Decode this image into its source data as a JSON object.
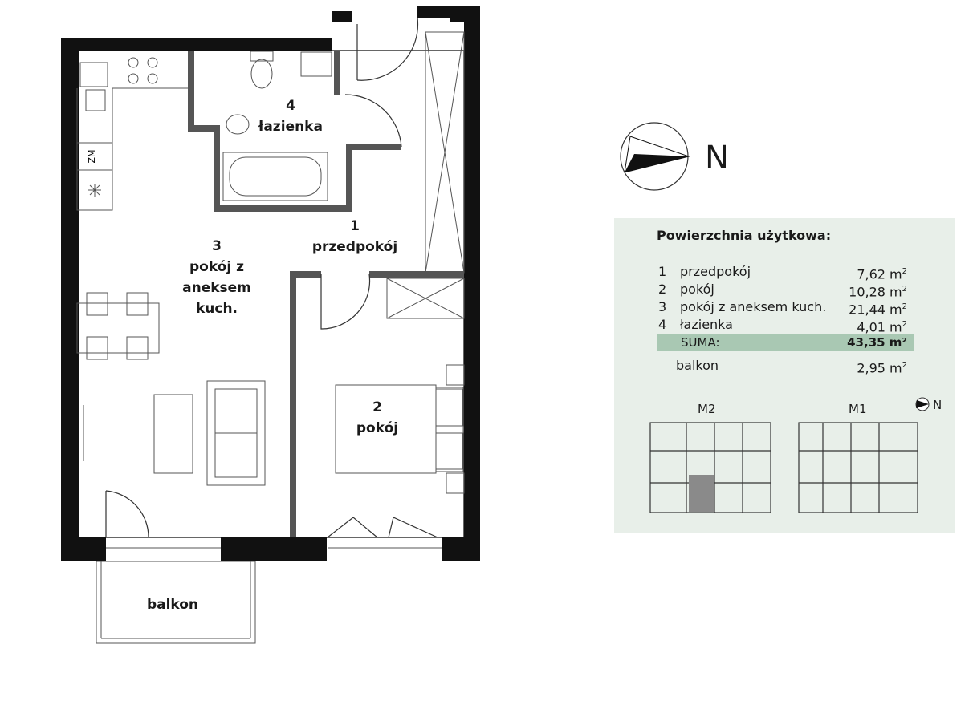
{
  "rooms": {
    "hall": {
      "number": "1",
      "name": "przedpokój"
    },
    "room": {
      "number": "2",
      "name": "pokój"
    },
    "living": {
      "number": "3",
      "name_line1": "pokój z",
      "name_line2": "aneksem",
      "name_line3": "kuch."
    },
    "bath": {
      "number": "4",
      "name": "łazienka"
    },
    "balcony": {
      "name": "balkon"
    }
  },
  "fixture_labels": {
    "fridge_mark": "ZM"
  },
  "compass": {
    "label": "N"
  },
  "panel": {
    "title": "Powierzchnia użytkowa:",
    "rows": [
      {
        "num": "1",
        "name": "przedpokój",
        "area": "7,62 m",
        "unit_exp": "2"
      },
      {
        "num": "2",
        "name": "pokój",
        "area": "10,28 m",
        "unit_exp": "2"
      },
      {
        "num": "3",
        "name": "pokój z aneksem kuch.",
        "area": "21,44 m",
        "unit_exp": "2"
      },
      {
        "num": "4",
        "name": "łazienka",
        "area": "4,01 m",
        "unit_exp": "2"
      }
    ],
    "sum": {
      "name": "SUMA:",
      "area": "43,35 m²"
    },
    "balcony": {
      "name": "balkon",
      "area": "2,95 m",
      "unit_exp": "2"
    },
    "mini_plan": {
      "label_left": "M2",
      "label_right": "M1",
      "compass_label": "N"
    }
  },
  "colors": {
    "wall": "#111111",
    "panel_bg": "#e8efe9",
    "sum_highlight": "#a9c8b3",
    "selected_unit": "#8a8a8a"
  }
}
